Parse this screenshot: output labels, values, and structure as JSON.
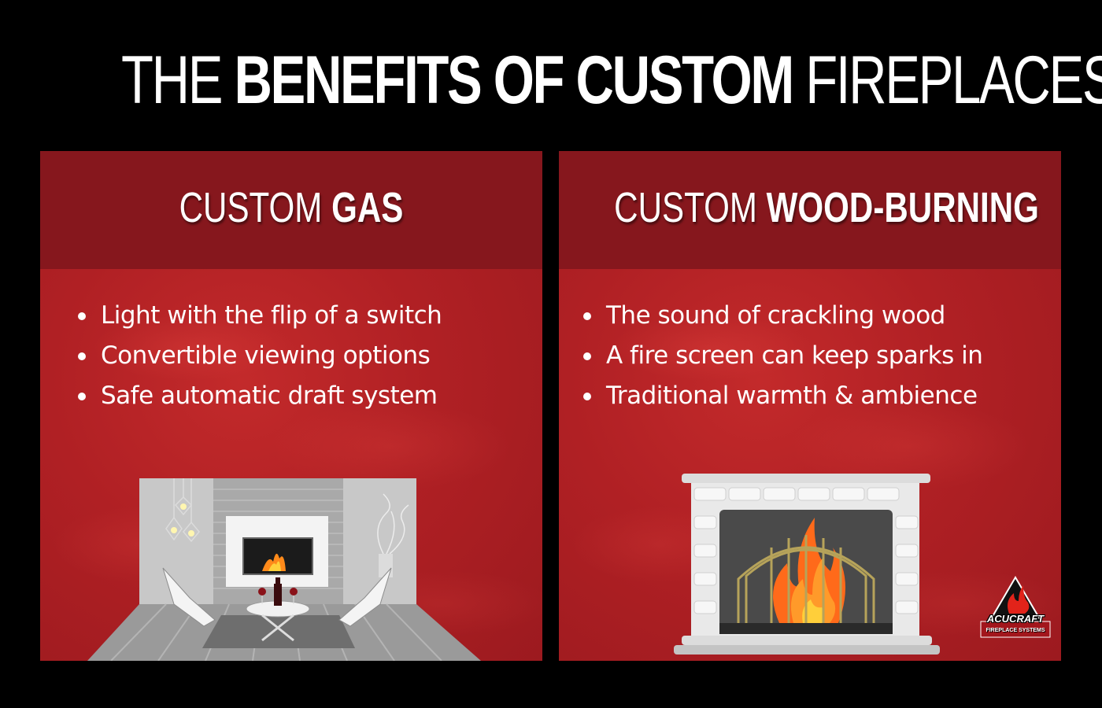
{
  "title": {
    "part1": "THE ",
    "part2": "BENEFITS OF CUSTOM",
    "part3": " FIREPLACES"
  },
  "panels": [
    {
      "heading_thin": "CUSTOM ",
      "heading_bold": "GAS",
      "bullets": [
        "Light with the flip of a switch",
        "Convertible viewing options",
        "Safe automatic draft system"
      ]
    },
    {
      "heading_thin": "CUSTOM ",
      "heading_bold": "WOOD-BURNING",
      "bullets": [
        "The sound of crackling wood",
        "A fire screen can keep sparks in",
        "Traditional warmth & ambience"
      ]
    }
  ],
  "logo": {
    "name": "ACUCRAFT",
    "tagline": "FIREPLACE SYSTEMS"
  },
  "colors": {
    "background": "#000000",
    "panel": "#b02024",
    "panel_header": "#86171d",
    "text": "#ffffff"
  }
}
